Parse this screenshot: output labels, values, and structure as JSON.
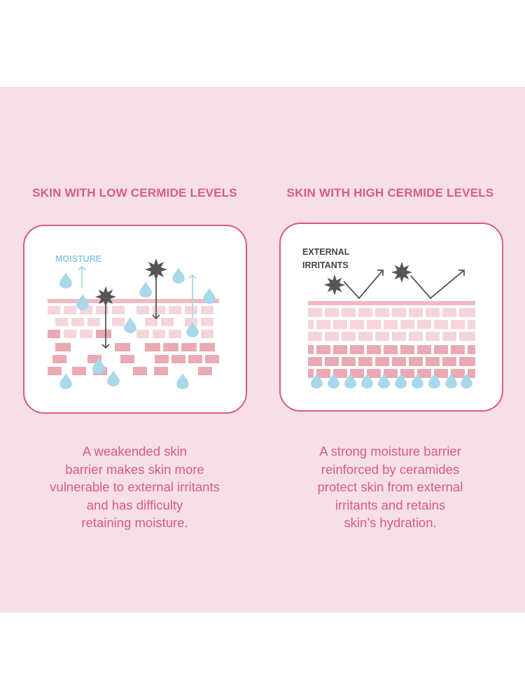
{
  "left": {
    "title": "SKIN WITH LOW CERMIDE LEVELS",
    "moisture_label": "MOISTURE",
    "description": "A weakended skin\nbarrier makes skin more\nvulnerable to external irritants\nand has difficulty\nretaining moisture."
  },
  "right": {
    "title": "SKIN WITH HIGH CERMIDE LEVELS",
    "irritants_label_line1": "EXTERNAL",
    "irritants_label_line2": "IRRITANTS",
    "description": "A strong moisture barrier\nreinforced by ceramides\nprotect skin from external\nirritants and retains\nskin’s hydration."
  },
  "colors": {
    "background": "#f6dfe6",
    "accent_pink": "#d95a89",
    "droplet_blue": "#a8d8ea",
    "moisture_label_blue": "#8fcbe3",
    "irritant_gray": "#555555",
    "brick_dark": "#e9aab3",
    "brick_light": "#f3d5da"
  },
  "icons": [
    "water-droplet-icon",
    "irritant-spike-icon",
    "arrow-up-icon",
    "arrow-down-icon",
    "deflect-arrow-icon"
  ]
}
